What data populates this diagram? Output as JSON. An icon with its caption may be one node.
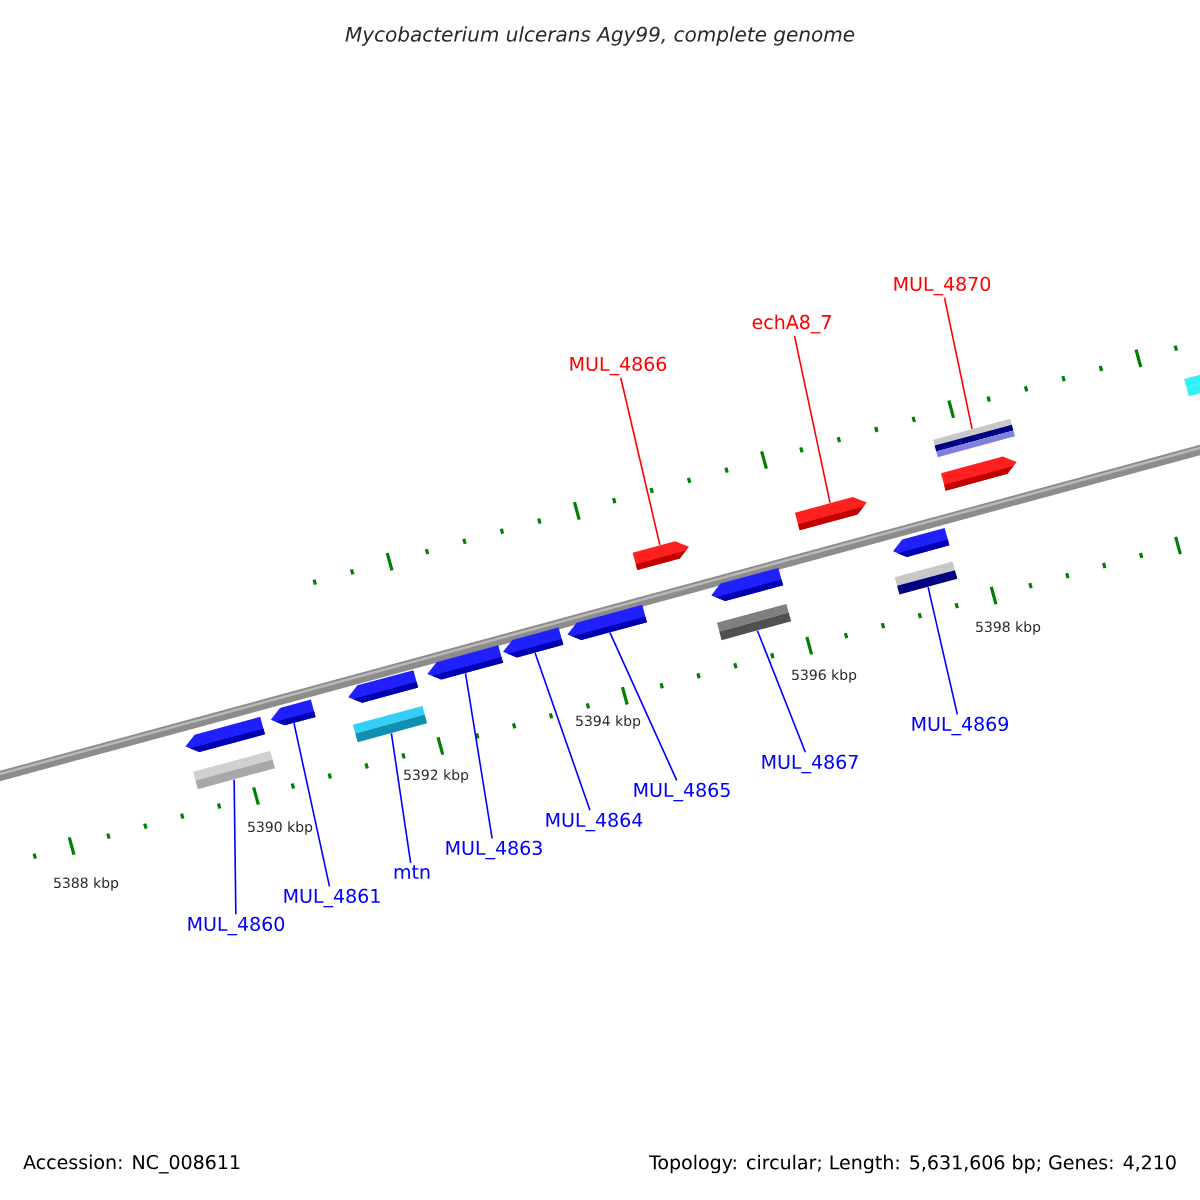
{
  "diagram": {
    "title": "Mycobacterium ulcerans Agy99, complete genome",
    "nodes": [
      {
        "text": [
          "MUL_4866"
        ]
      },
      {
        "text": [
          "echA8_7"
        ]
      },
      {
        "text": [
          "MUL_4870"
        ]
      },
      {
        "text": [
          "MUL_4860"
        ]
      },
      {
        "text": [
          "MUL_4861"
        ]
      },
      {
        "text": [
          "mtn"
        ]
      },
      {
        "text": [
          "MUL_4863"
        ]
      },
      {
        "text": [
          "MUL_4864"
        ]
      },
      {
        "text": [
          "MUL_4865"
        ]
      },
      {
        "text": [
          "MUL_4867"
        ]
      },
      {
        "text": [
          "MUL_4869"
        ]
      },
      {
        "text": [],
        "shape": "box"
      },
      {
        "text": [],
        "shape": "pentagon"
      },
      {
        "text": [],
        "shape": "pentagon"
      },
      {
        "text": [],
        "shape": "pentagon"
      },
      {
        "text": [],
        "shape": "box"
      },
      {
        "text": [],
        "shape": "pentagon"
      },
      {
        "text": [],
        "shape": "box"
      },
      {
        "text": [],
        "shape": "pentagon"
      },
      {
        "text": [],
        "shape": "pentagon"
      },
      {
        "text": [],
        "shape": "pentagon"
      },
      {
        "text": [],
        "shape": "pentagon"
      },
      {
        "text": [],
        "shape": "pentagon"
      },
      {
        "text": [],
        "shape": "box"
      },
      {
        "text": [],
        "shape": "pentagon"
      },
      {
        "text": [],
        "shape": "box"
      },
      {
        "text": [],
        "shape": "pentagon"
      },
      {
        "text": [],
        "shape": "box"
      }
    ],
    "edges": [
      {
        "from": 0,
        "to": 20,
        "arrow": "none",
        "color": "#ff0000"
      },
      {
        "from": 1,
        "to": 22,
        "arrow": "none",
        "color": "#ff0000"
      },
      {
        "from": 2,
        "to": 25,
        "arrow": "none",
        "color": "#ff0000"
      },
      {
        "from": 3,
        "to": 11,
        "arrow": "none"
      },
      {
        "from": 4,
        "to": 13,
        "arrow": "none"
      },
      {
        "from": 5,
        "to": 15,
        "arrow": "none"
      },
      {
        "from": 6,
        "to": 16,
        "arrow": "none"
      },
      {
        "from": 7,
        "to": 18,
        "arrow": "none"
      },
      {
        "from": 8,
        "to": 19,
        "arrow": "none"
      },
      {
        "from": 9,
        "to": 23,
        "arrow": "none"
      },
      {
        "from": 10,
        "to": 27,
        "arrow": "none"
      }
    ],
    "labels": [
      "5388 kbp",
      "5390 kbp",
      "5392 kbp",
      "5394 kbp",
      "5396 kbp",
      "5398 kbp",
      "Accession: NC_008611",
      "Topology: circular; Length: 5,631,606 bp; Genes: 4,210"
    ]
  }
}
